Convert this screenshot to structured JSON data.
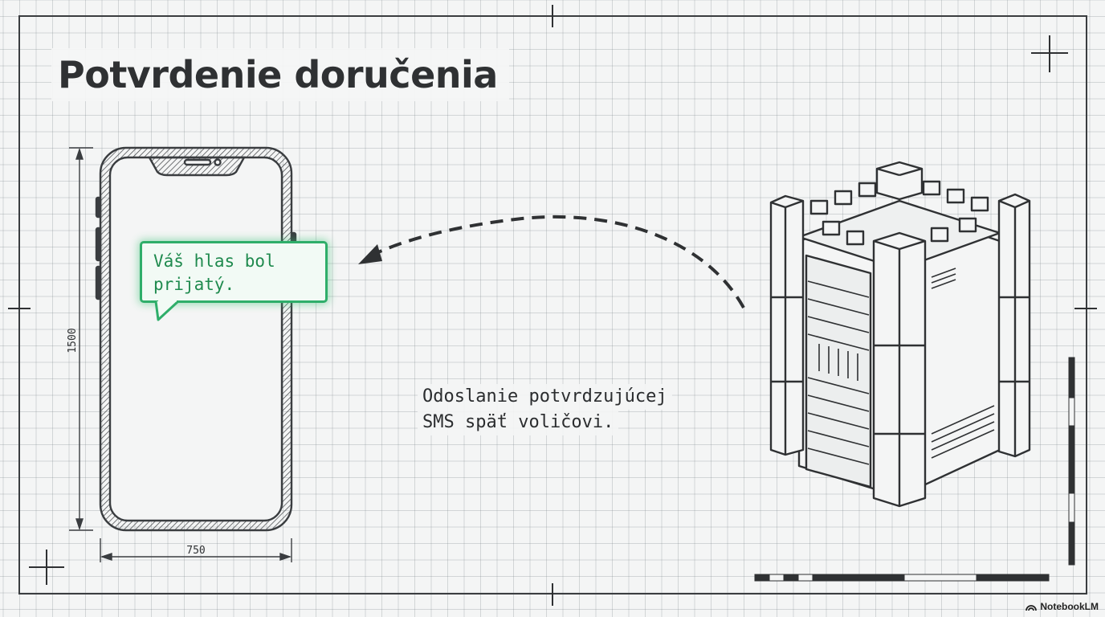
{
  "title": "Potvrdenie doručenia",
  "bubble": {
    "line1": "Váš hlas bol",
    "line2": "prijatý."
  },
  "caption": {
    "line1": "Odoslanie potvrdzujúcej",
    "line2": "SMS späť voličovi."
  },
  "dimensions": {
    "height": "1500",
    "width": "750"
  },
  "brand": {
    "name": "NotebookLM",
    "icon": "notebooklm-logo-icon"
  },
  "colors": {
    "accent": "#2fae6a",
    "ink": "#2f3133",
    "paper": "#f4f5f5"
  },
  "icons": [
    "phone-icon",
    "server-tower-icon",
    "arrow-icon",
    "crosshair-icon"
  ]
}
